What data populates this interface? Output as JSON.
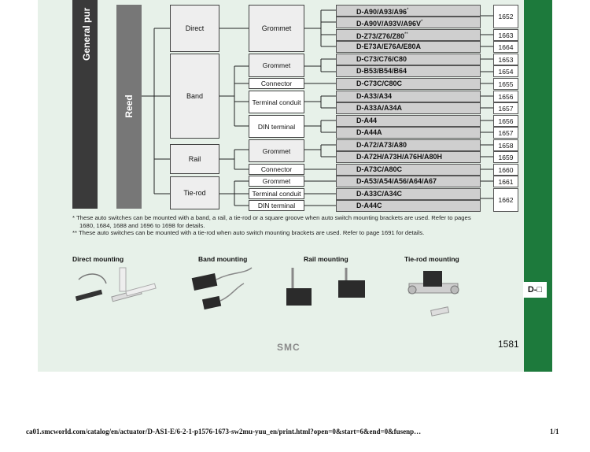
{
  "sidebar": {
    "group": "General pur",
    "type": "Reed"
  },
  "mounting_types": {
    "direct": "Direct",
    "band": "Band",
    "rail": "Rail",
    "tierod": "Tie-rod"
  },
  "connections": {
    "direct_grommet": "Grommet",
    "band_grommet": "Grommet",
    "band_connector": "Connector",
    "band_terminal": "Terminal conduit",
    "band_din": "DIN terminal",
    "rail_grommet": "Grommet",
    "rail_connector": "Connector",
    "tie_grommet": "Grommet",
    "tie_terminal": "Terminal conduit",
    "tie_din": "DIN terminal"
  },
  "models": [
    {
      "model": "D-A90/A93/A96",
      "sup": "*",
      "page": "1652"
    },
    {
      "model": "D-A90V/A93V/A96V",
      "sup": "*",
      "page": ""
    },
    {
      "model": "D-Z73/Z76/Z80",
      "sup": "**",
      "page": "1663"
    },
    {
      "model": "D-E73A/E76A/E80A",
      "sup": "",
      "page": "1664"
    },
    {
      "model": "D-C73/C76/C80",
      "sup": "",
      "page": "1653"
    },
    {
      "model": "D-B53/B54/B64",
      "sup": "",
      "page": "1654"
    },
    {
      "model": "D-C73C/C80C",
      "sup": "",
      "page": "1655"
    },
    {
      "model": "D-A33/A34",
      "sup": "",
      "page": "1656"
    },
    {
      "model": "D-A33A/A34A",
      "sup": "",
      "page": "1657"
    },
    {
      "model": "D-A44",
      "sup": "",
      "page": "1656"
    },
    {
      "model": "D-A44A",
      "sup": "",
      "page": "1657"
    },
    {
      "model": "D-A72/A73/A80",
      "sup": "",
      "page": "1658"
    },
    {
      "model": "D-A72H/A73H/A76H/A80H",
      "sup": "",
      "page": "1659"
    },
    {
      "model": "D-A73C/A80C",
      "sup": "",
      "page": "1660"
    },
    {
      "model": "D-A53/A54/A56/A64/A67",
      "sup": "",
      "page": "1661"
    },
    {
      "model": "D-A33C/A34C",
      "sup": "",
      "page": "1662"
    },
    {
      "model": "D-A44C",
      "sup": "",
      "page": ""
    }
  ],
  "notes": {
    "n1a": "* These auto switches can be mounted with a band, a rail, a tie-rod or a square groove when auto switch mounting brackets are used. Refer to pages",
    "n1b": "1680, 1684, 1688 and 1696 to 1698 for details.",
    "n2": "** These auto switches can be mounted with a tie-rod when auto switch mounting brackets are used. Refer to page 1691 for details."
  },
  "mounting_images": {
    "direct": "Direct mounting",
    "band": "Band mounting",
    "rail": "Rail mounting",
    "tierod": "Tie-rod mounting"
  },
  "footer": {
    "tab": "D-□",
    "page_number": "1581",
    "logo": "SMC",
    "url": "ca01.smcworld.com/catalog/en/actuator/D-AS1-E/6-2-1-p1576-1673-sw2mu-yuu_en/print.html?open=0&start=6&end=0&fusenp…",
    "print_page": "1/1"
  }
}
